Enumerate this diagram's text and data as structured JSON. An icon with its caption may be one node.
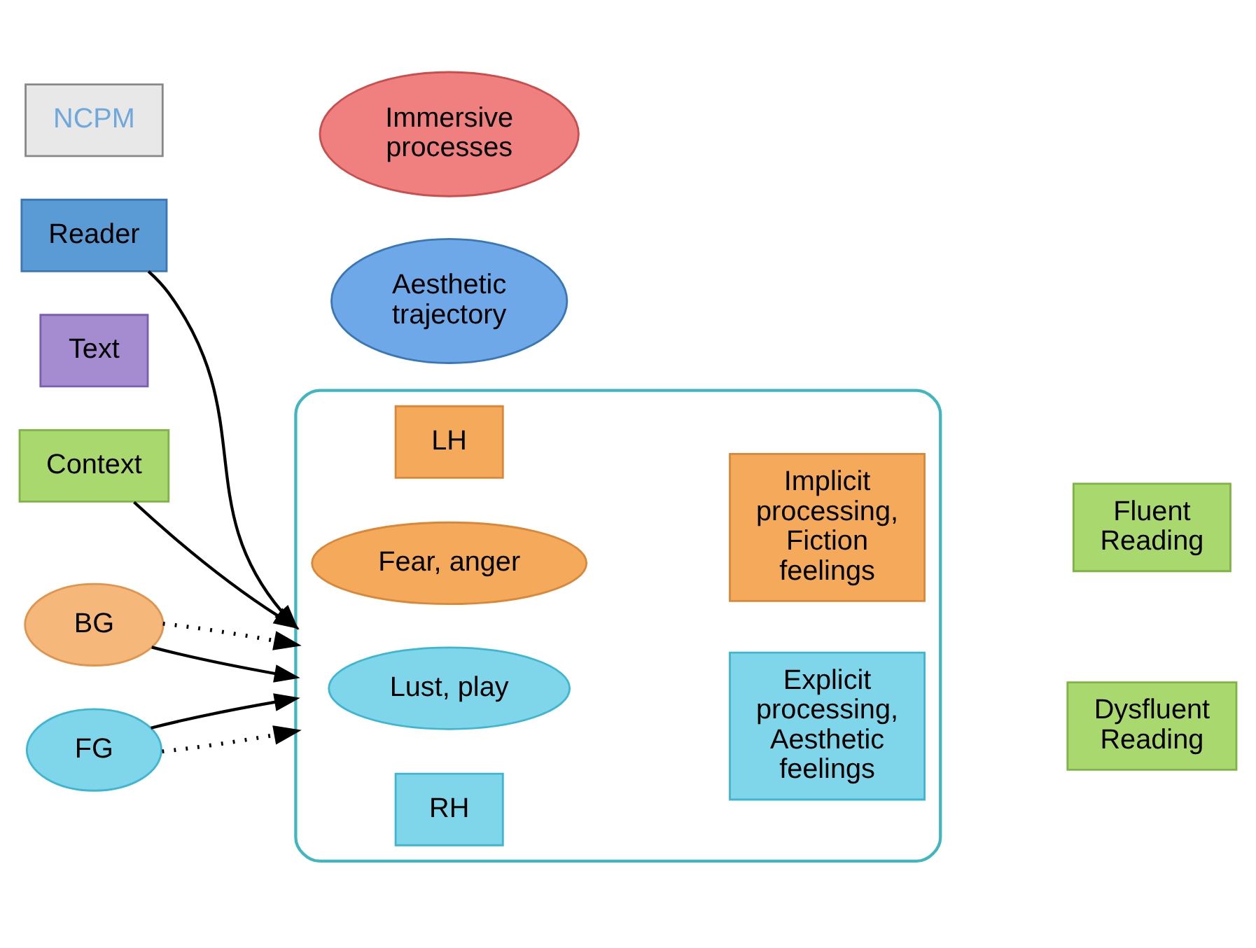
{
  "diagram": {
    "nodes": [
      {
        "text": [
          "NCPM"
        ]
      },
      {
        "text": [
          "Reader"
        ]
      },
      {
        "text": [
          "Text"
        ]
      },
      {
        "text": [
          "BG"
        ]
      },
      {
        "text": [
          "FG"
        ]
      },
      {
        "text": [
          "Context"
        ]
      },
      {
        "text": [
          "Immersive processes"
        ]
      },
      {
        "text": [],
        "shape": "box"
      },
      {
        "text": [
          "LH"
        ],
        "in": 7
      },
      {
        "text": [
          "Implicit processing, Fiction feelings"
        ],
        "in": 7
      },
      {
        "text": [
          "Fear, anger"
        ],
        "in": 7
      },
      {
        "text": [
          "Lust, play"
        ],
        "in": 7
      },
      {
        "text": [
          "Explicit processing, Aesthetic feelings"
        ],
        "in": 7
      },
      {
        "text": [
          "RH"
        ],
        "in": 7
      },
      {
        "text": [
          "Fluent Reading"
        ]
      },
      {
        "text": [
          "Dysfluent Reading"
        ]
      },
      {
        "text": [
          "Aesthetic trajectory"
        ]
      }
    ],
    "edges": [
      {
        "from": 1,
        "to": 7,
        "arrow": "to"
      },
      {
        "from": 3,
        "to": 7,
        "arrow": "to"
      },
      {
        "from": 3,
        "to": 7,
        "arrow": "to",
        "style": "dashed"
      },
      {
        "from": 4,
        "to": 7,
        "arrow": "to",
        "style": "dashed"
      },
      {
        "from": 4,
        "to": 7,
        "arrow": "to"
      },
      {
        "from": 5,
        "to": 7,
        "arrow": "to"
      }
    ]
  }
}
